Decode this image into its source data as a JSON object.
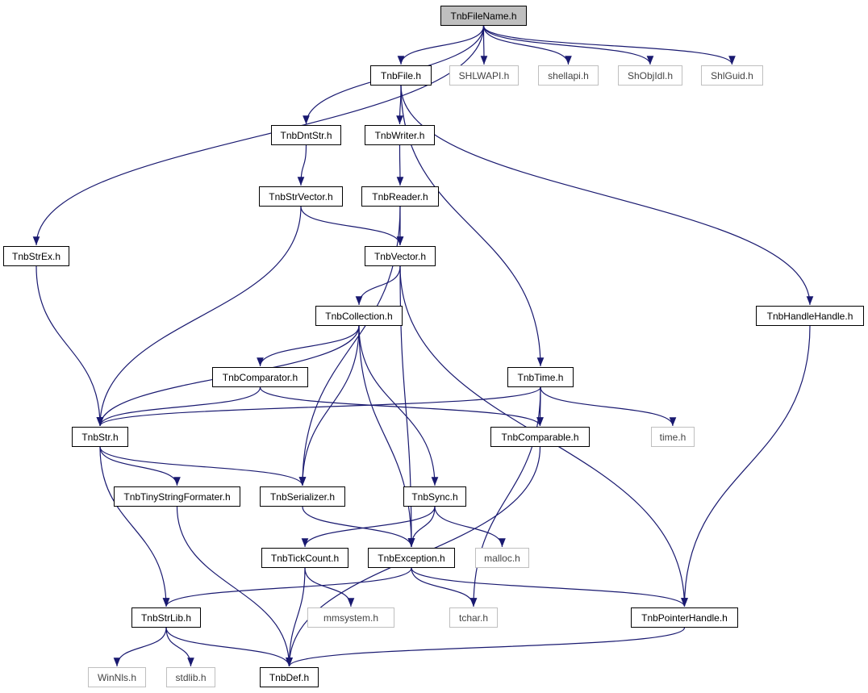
{
  "diagram": {
    "colors": {
      "edge": "#191970",
      "node_border": "#000000",
      "external_border": "#bfbfbf",
      "root_fill": "#bfbfbf",
      "node_fill": "#ffffff"
    },
    "nodes": [
      {
        "id": "TnbFileName",
        "label": "TnbFileName.h",
        "kind": "root"
      },
      {
        "id": "TnbFile",
        "label": "TnbFile.h",
        "kind": "internal"
      },
      {
        "id": "SHLWAPI",
        "label": "SHLWAPI.h",
        "kind": "external"
      },
      {
        "id": "shellapi",
        "label": "shellapi.h",
        "kind": "external"
      },
      {
        "id": "ShObjIdl",
        "label": "ShObjIdl.h",
        "kind": "external"
      },
      {
        "id": "ShlGuid",
        "label": "ShlGuid.h",
        "kind": "external"
      },
      {
        "id": "TnbDntStr",
        "label": "TnbDntStr.h",
        "kind": "internal"
      },
      {
        "id": "TnbWriter",
        "label": "TnbWriter.h",
        "kind": "internal"
      },
      {
        "id": "TnbStrVector",
        "label": "TnbStrVector.h",
        "kind": "internal"
      },
      {
        "id": "TnbReader",
        "label": "TnbReader.h",
        "kind": "internal"
      },
      {
        "id": "TnbStrEx",
        "label": "TnbStrEx.h",
        "kind": "internal"
      },
      {
        "id": "TnbVector",
        "label": "TnbVector.h",
        "kind": "internal"
      },
      {
        "id": "TnbCollection",
        "label": "TnbCollection.h",
        "kind": "internal"
      },
      {
        "id": "TnbHandleHandle",
        "label": "TnbHandleHandle.h",
        "kind": "internal"
      },
      {
        "id": "TnbComparator",
        "label": "TnbComparator.h",
        "kind": "internal"
      },
      {
        "id": "TnbTime",
        "label": "TnbTime.h",
        "kind": "internal"
      },
      {
        "id": "TnbStr",
        "label": "TnbStr.h",
        "kind": "internal"
      },
      {
        "id": "TnbComparable",
        "label": "TnbComparable.h",
        "kind": "internal"
      },
      {
        "id": "time",
        "label": "time.h",
        "kind": "external"
      },
      {
        "id": "TnbTinyStringFormater",
        "label": "TnbTinyStringFormater.h",
        "kind": "internal"
      },
      {
        "id": "TnbSerializer",
        "label": "TnbSerializer.h",
        "kind": "internal"
      },
      {
        "id": "TnbSync",
        "label": "TnbSync.h",
        "kind": "internal"
      },
      {
        "id": "TnbTickCount",
        "label": "TnbTickCount.h",
        "kind": "internal"
      },
      {
        "id": "TnbException",
        "label": "TnbException.h",
        "kind": "internal"
      },
      {
        "id": "malloc",
        "label": "malloc.h",
        "kind": "external"
      },
      {
        "id": "TnbStrLib",
        "label": "TnbStrLib.h",
        "kind": "internal"
      },
      {
        "id": "mmsystem",
        "label": "mmsystem.h",
        "kind": "external"
      },
      {
        "id": "tchar",
        "label": "tchar.h",
        "kind": "external"
      },
      {
        "id": "TnbPointerHandle",
        "label": "TnbPointerHandle.h",
        "kind": "internal"
      },
      {
        "id": "WinNls",
        "label": "WinNls.h",
        "kind": "external"
      },
      {
        "id": "stdlib",
        "label": "stdlib.h",
        "kind": "external"
      },
      {
        "id": "TnbDef",
        "label": "TnbDef.h",
        "kind": "internal"
      }
    ],
    "edges": [
      [
        "TnbFileName",
        "TnbFile"
      ],
      [
        "TnbFileName",
        "SHLWAPI"
      ],
      [
        "TnbFileName",
        "shellapi"
      ],
      [
        "TnbFileName",
        "ShObjIdl"
      ],
      [
        "TnbFileName",
        "ShlGuid"
      ],
      [
        "TnbFileName",
        "TnbDntStr"
      ],
      [
        "TnbFileName",
        "TnbStrEx"
      ],
      [
        "TnbFile",
        "TnbWriter"
      ],
      [
        "TnbFile",
        "TnbTime"
      ],
      [
        "TnbFile",
        "TnbHandleHandle"
      ],
      [
        "TnbDntStr",
        "TnbStrVector"
      ],
      [
        "TnbWriter",
        "TnbReader"
      ],
      [
        "TnbStrVector",
        "TnbVector"
      ],
      [
        "TnbStrVector",
        "TnbStr"
      ],
      [
        "TnbReader",
        "TnbVector"
      ],
      [
        "TnbReader",
        "TnbSerializer"
      ],
      [
        "TnbStrEx",
        "TnbStr"
      ],
      [
        "TnbVector",
        "TnbCollection"
      ],
      [
        "TnbVector",
        "TnbPointerHandle"
      ],
      [
        "TnbVector",
        "TnbException"
      ],
      [
        "TnbCollection",
        "TnbComparator"
      ],
      [
        "TnbCollection",
        "TnbStr"
      ],
      [
        "TnbCollection",
        "TnbSerializer"
      ],
      [
        "TnbCollection",
        "TnbException"
      ],
      [
        "TnbCollection",
        "TnbSync"
      ],
      [
        "TnbComparator",
        "TnbStr"
      ],
      [
        "TnbComparator",
        "TnbComparable"
      ],
      [
        "TnbTime",
        "TnbStr"
      ],
      [
        "TnbTime",
        "TnbComparable"
      ],
      [
        "TnbTime",
        "time"
      ],
      [
        "TnbTime",
        "tchar"
      ],
      [
        "TnbHandleHandle",
        "TnbPointerHandle"
      ],
      [
        "TnbStr",
        "TnbTinyStringFormater"
      ],
      [
        "TnbStr",
        "TnbSerializer"
      ],
      [
        "TnbStr",
        "TnbStrLib"
      ],
      [
        "TnbComparable",
        "TnbDef"
      ],
      [
        "TnbTinyStringFormater",
        "TnbDef"
      ],
      [
        "TnbSerializer",
        "TnbException"
      ],
      [
        "TnbSync",
        "TnbTickCount"
      ],
      [
        "TnbSync",
        "TnbException"
      ],
      [
        "TnbSync",
        "malloc"
      ],
      [
        "TnbTickCount",
        "mmsystem"
      ],
      [
        "TnbTickCount",
        "TnbDef"
      ],
      [
        "TnbException",
        "TnbStrLib"
      ],
      [
        "TnbException",
        "tchar"
      ],
      [
        "TnbException",
        "TnbPointerHandle"
      ],
      [
        "TnbStrLib",
        "WinNls"
      ],
      [
        "TnbStrLib",
        "stdlib"
      ],
      [
        "TnbStrLib",
        "TnbDef"
      ],
      [
        "TnbPointerHandle",
        "TnbDef"
      ]
    ]
  }
}
